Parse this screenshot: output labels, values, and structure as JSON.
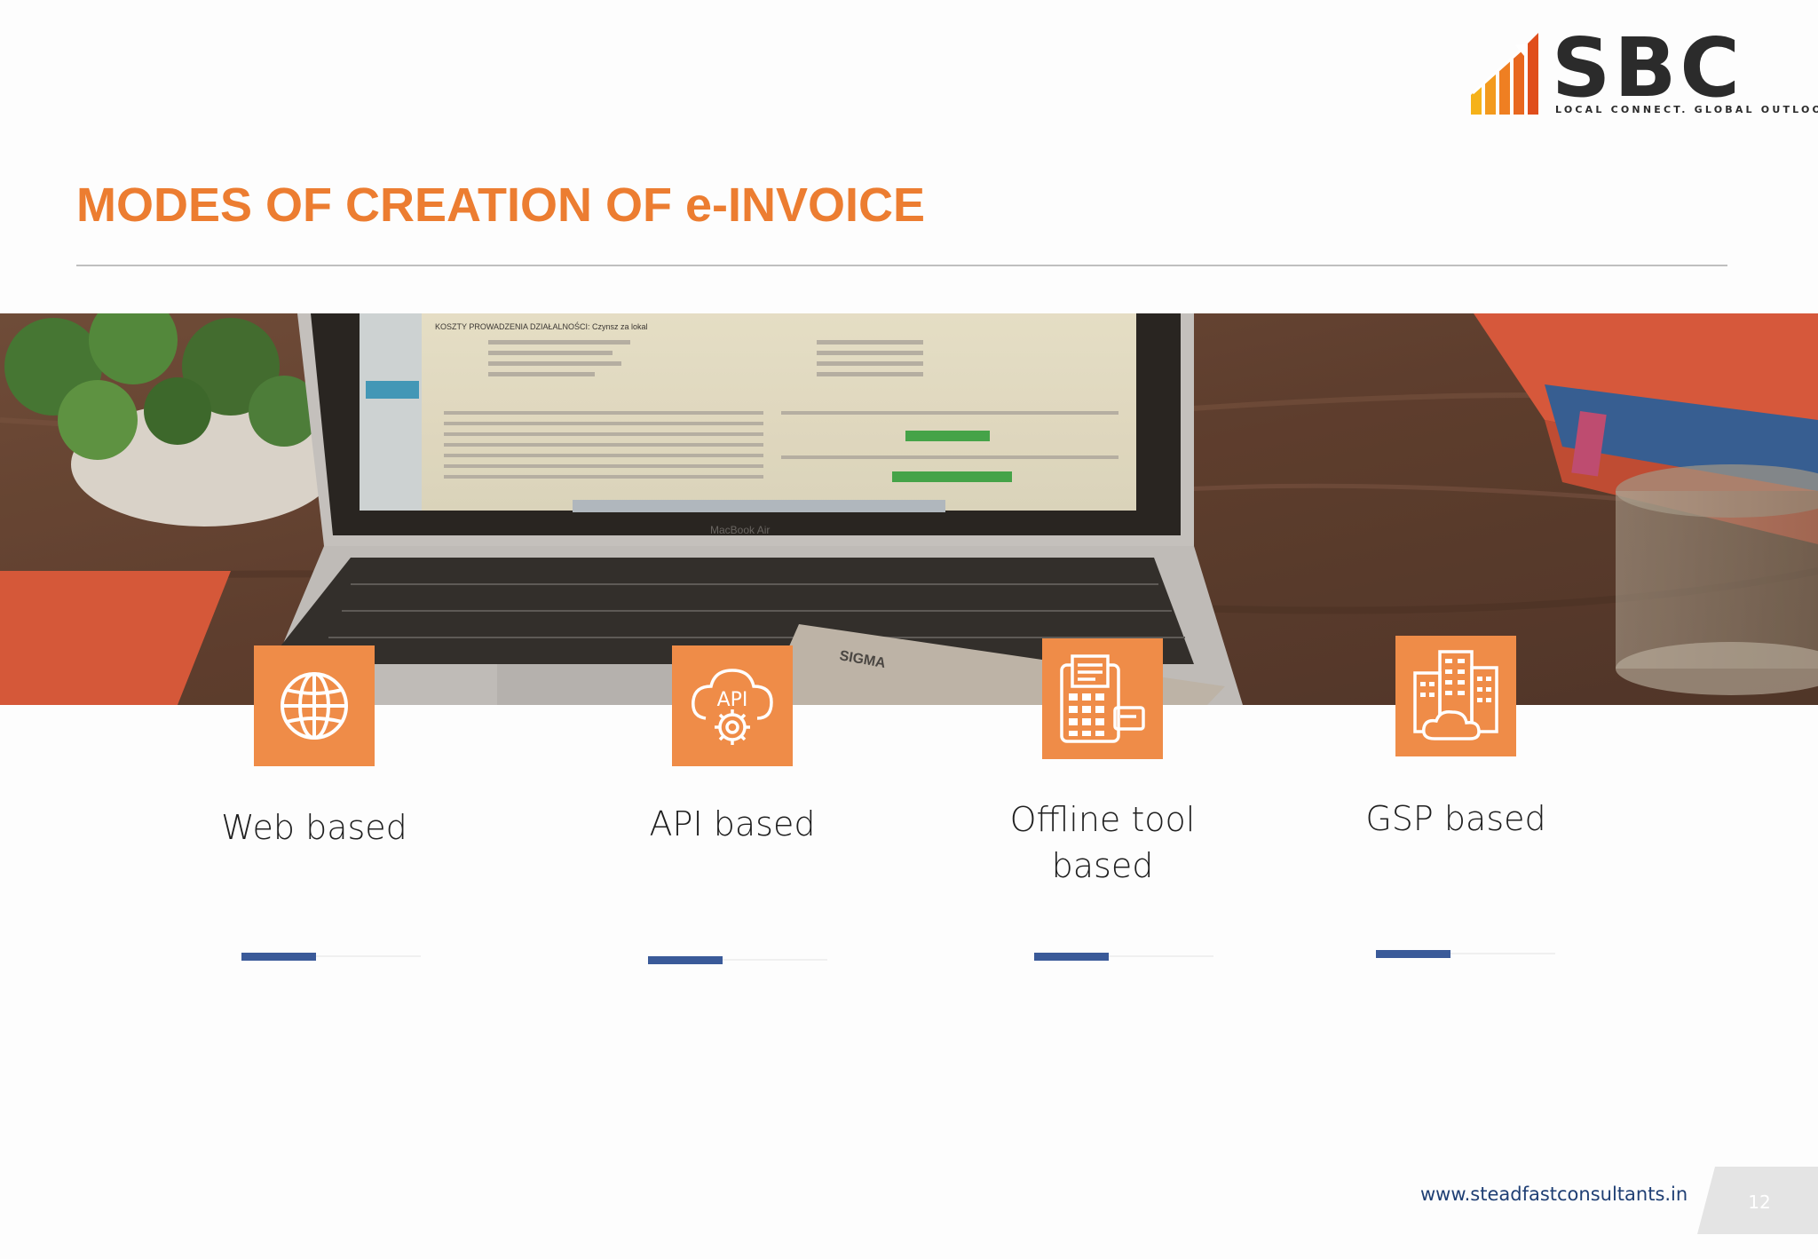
{
  "brand": {
    "name": "SBC",
    "tagline": "LOCAL CONNECT. GLOBAL OUTLOOK.",
    "accent_color": "#ec7d31",
    "dark_color": "#2b2b2b"
  },
  "slide": {
    "title": "MODES OF CREATION OF e-INVOICE",
    "page_number": "12"
  },
  "banner": {
    "screen_heading": "KOSZTY PROWADZENIA DZIAŁALNOŚCI: Czynsz za lokal",
    "laptop_label": "MacBook Air",
    "device_label": "SIGMA"
  },
  "modes": [
    {
      "label": "Web based",
      "icon": "globe-icon"
    },
    {
      "label": "API based",
      "icon": "api-cloud-gear-icon"
    },
    {
      "label": "Offline tool based",
      "icon": "pos-terminal-icon"
    },
    {
      "label": "GSP based",
      "icon": "server-cloud-icon"
    }
  ],
  "api_icon_text": "API",
  "footer": {
    "url": "www.steadfastconsultants.in"
  }
}
